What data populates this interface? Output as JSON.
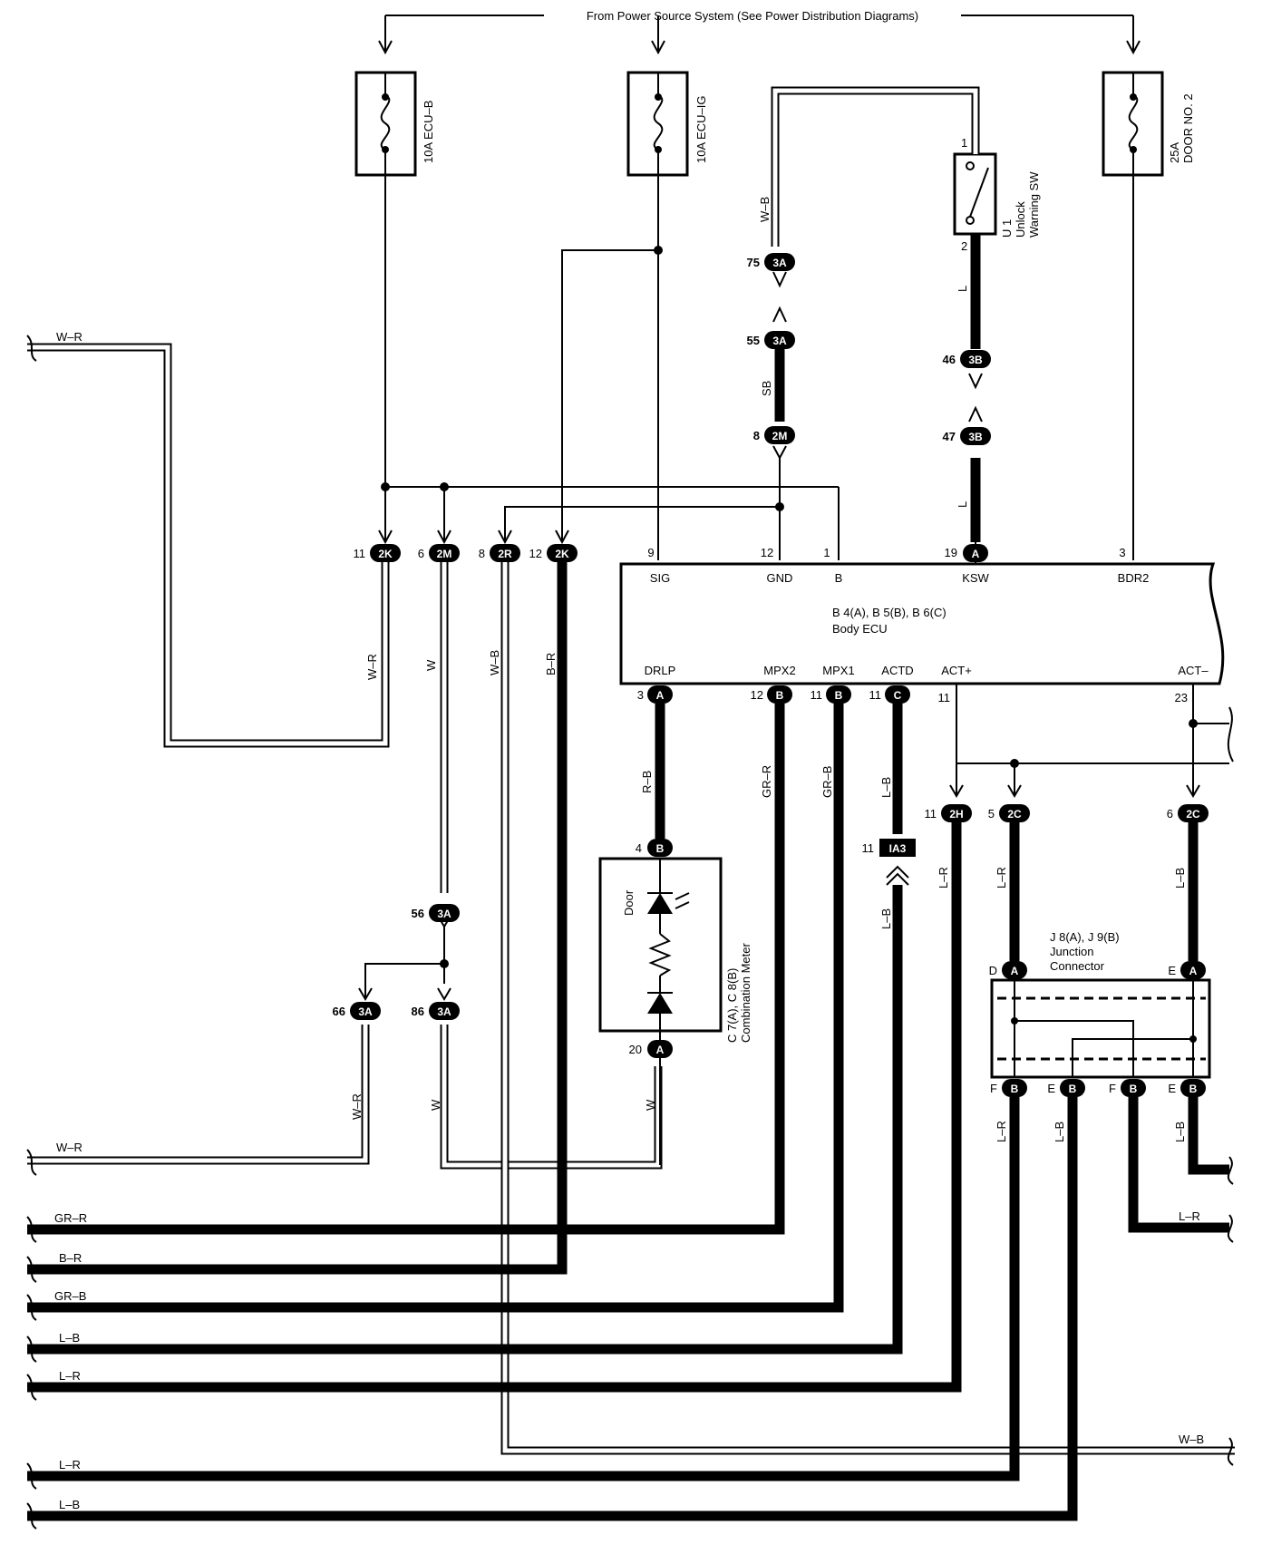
{
  "header_text": "From Power Source System (See Power Distribution Diagrams)",
  "fuses": [
    {
      "label": "10A ECU–B"
    },
    {
      "label": "10A ECU–IG"
    },
    {
      "label": "25A",
      "label2": "DOOR NO. 2"
    }
  ],
  "switch": {
    "pin_top": "1",
    "pin_bottom": "2",
    "code": "U 1",
    "name_line1": "Unlock",
    "name_line2": "Warning SW"
  },
  "body_ecu": {
    "code": "B 4(A), B 5(B), B 6(C)",
    "name": "Body ECU",
    "top_terminals": [
      {
        "pin": "9",
        "name": "SIG"
      },
      {
        "pin": "12",
        "name": "GND"
      },
      {
        "pin": "1",
        "name": "B"
      },
      {
        "pin": "19",
        "conn": "A",
        "name": "KSW"
      },
      {
        "pin": "3",
        "name": "BDR2"
      }
    ],
    "bottom_terminals": [
      {
        "pin": "3",
        "conn": "A",
        "name": "DRLP"
      },
      {
        "pin": "12",
        "conn": "B",
        "name": "MPX2"
      },
      {
        "pin": "11",
        "conn": "B",
        "name": "MPX1"
      },
      {
        "pin": "11",
        "conn": "C",
        "name": "ACTD"
      },
      {
        "pin": "11",
        "name": "ACT+"
      },
      {
        "pin": "23",
        "name": "ACT–"
      }
    ]
  },
  "combination_meter": {
    "code": "C 7(A), C 8(B)",
    "name": "Combination Meter",
    "lamp": "Door",
    "pin_in": "4",
    "conn_in": "B",
    "pin_out": "20",
    "conn_out": "A"
  },
  "junction_connector": {
    "code": "J 8(A), J 9(B)",
    "name_line1": "Junction",
    "name_line2": "Connector"
  },
  "connectors_top": [
    {
      "pin": "11",
      "conn": "2K"
    },
    {
      "pin": "6",
      "conn": "2M"
    },
    {
      "pin": "8",
      "conn": "2R"
    },
    {
      "pin": "12",
      "conn": "2K"
    }
  ],
  "column_connectors": [
    {
      "pin": "75",
      "conn": "3A"
    },
    {
      "pin": "55",
      "conn": "3A"
    },
    {
      "pin": "8",
      "conn": "2M"
    },
    {
      "pin": "46",
      "conn": "3B"
    },
    {
      "pin": "47",
      "conn": "3B"
    },
    {
      "pin": "56",
      "conn": "3A"
    },
    {
      "pin": "66",
      "conn": "3A"
    },
    {
      "pin": "86",
      "conn": "3A"
    },
    {
      "pin": "11",
      "conn": "2H"
    },
    {
      "pin": "5",
      "conn": "2C"
    },
    {
      "pin": "6",
      "conn": "2C"
    },
    {
      "pin": "11",
      "conn": "IA3"
    }
  ],
  "jc_pins": {
    "top": [
      {
        "pin": "D",
        "conn": "A"
      },
      {
        "pin": "E",
        "conn": "A"
      }
    ],
    "bottom": [
      {
        "pin": "F",
        "conn": "B"
      },
      {
        "pin": "E",
        "conn": "B"
      },
      {
        "pin": "F",
        "conn": "B"
      },
      {
        "pin": "E",
        "conn": "B"
      }
    ]
  },
  "wire_colors": {
    "wr": "W–R",
    "w": "W",
    "wb": "W–B",
    "br": "B–R",
    "rb": "R–B",
    "grr": "GR–R",
    "grb": "GR–B",
    "lb": "L–B",
    "lr": "L–R",
    "sb": "SB",
    "l": "L"
  },
  "bottom_wires": [
    "W–R",
    "GR–R",
    "B–R",
    "GR–B",
    "L–B",
    "L–R",
    "W–B",
    "L–R",
    "L–B"
  ],
  "right_wire": "L–R"
}
